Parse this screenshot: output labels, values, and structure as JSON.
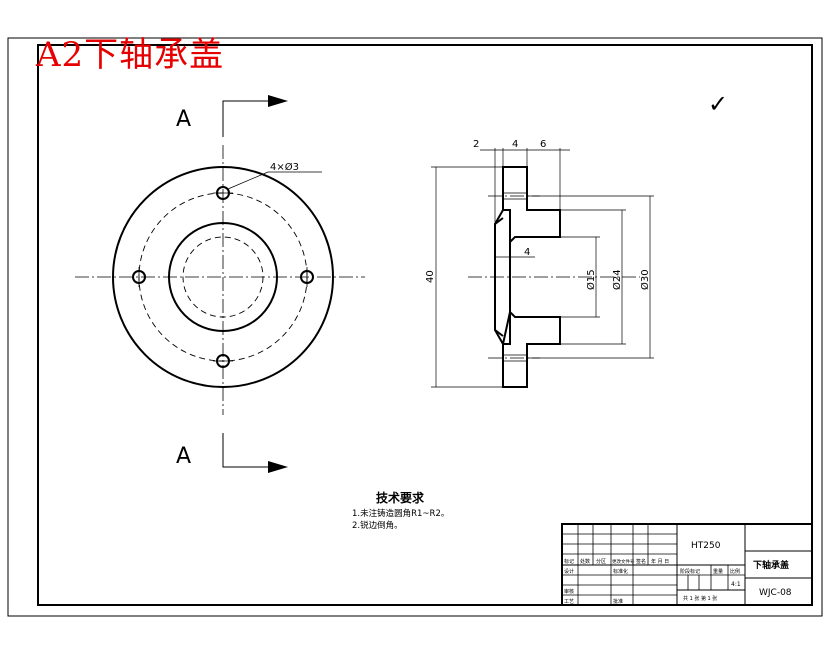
{
  "drawing": {
    "title_overlay": "A2下轴承盖",
    "section_label_top": "A",
    "section_label_bottom": "A",
    "hole_callout": "4×Ø3",
    "surface_mark": "✓",
    "dimensions": {
      "d2": "2",
      "d4_top": "4",
      "d6": "6",
      "d4_mid": "4",
      "d40": "40",
      "d15": "Ø15",
      "d24": "Ø24",
      "d30": "Ø30"
    },
    "notes": {
      "heading": "技术要求",
      "line1": "1.未注铸造圆角R1~R2。",
      "line2": "2.锐边倒角。"
    },
    "title_block": {
      "material": "HT250",
      "part_name": "下轴承盖",
      "drawing_no": "WJC-08",
      "scale": "4:1",
      "sheet_info": "共 1 张  第 1 张",
      "labels": {
        "mark": "标记",
        "count": "处数",
        "zone": "分区",
        "doc_no": "更改文件号",
        "sign": "签名",
        "date": "年 月 日",
        "design": "设计",
        "standardize": "标准化",
        "stage_mark": "阶段标记",
        "weight": "重量",
        "ratio": "比例",
        "review": "审核",
        "process": "工艺",
        "approve": "批准"
      }
    }
  }
}
